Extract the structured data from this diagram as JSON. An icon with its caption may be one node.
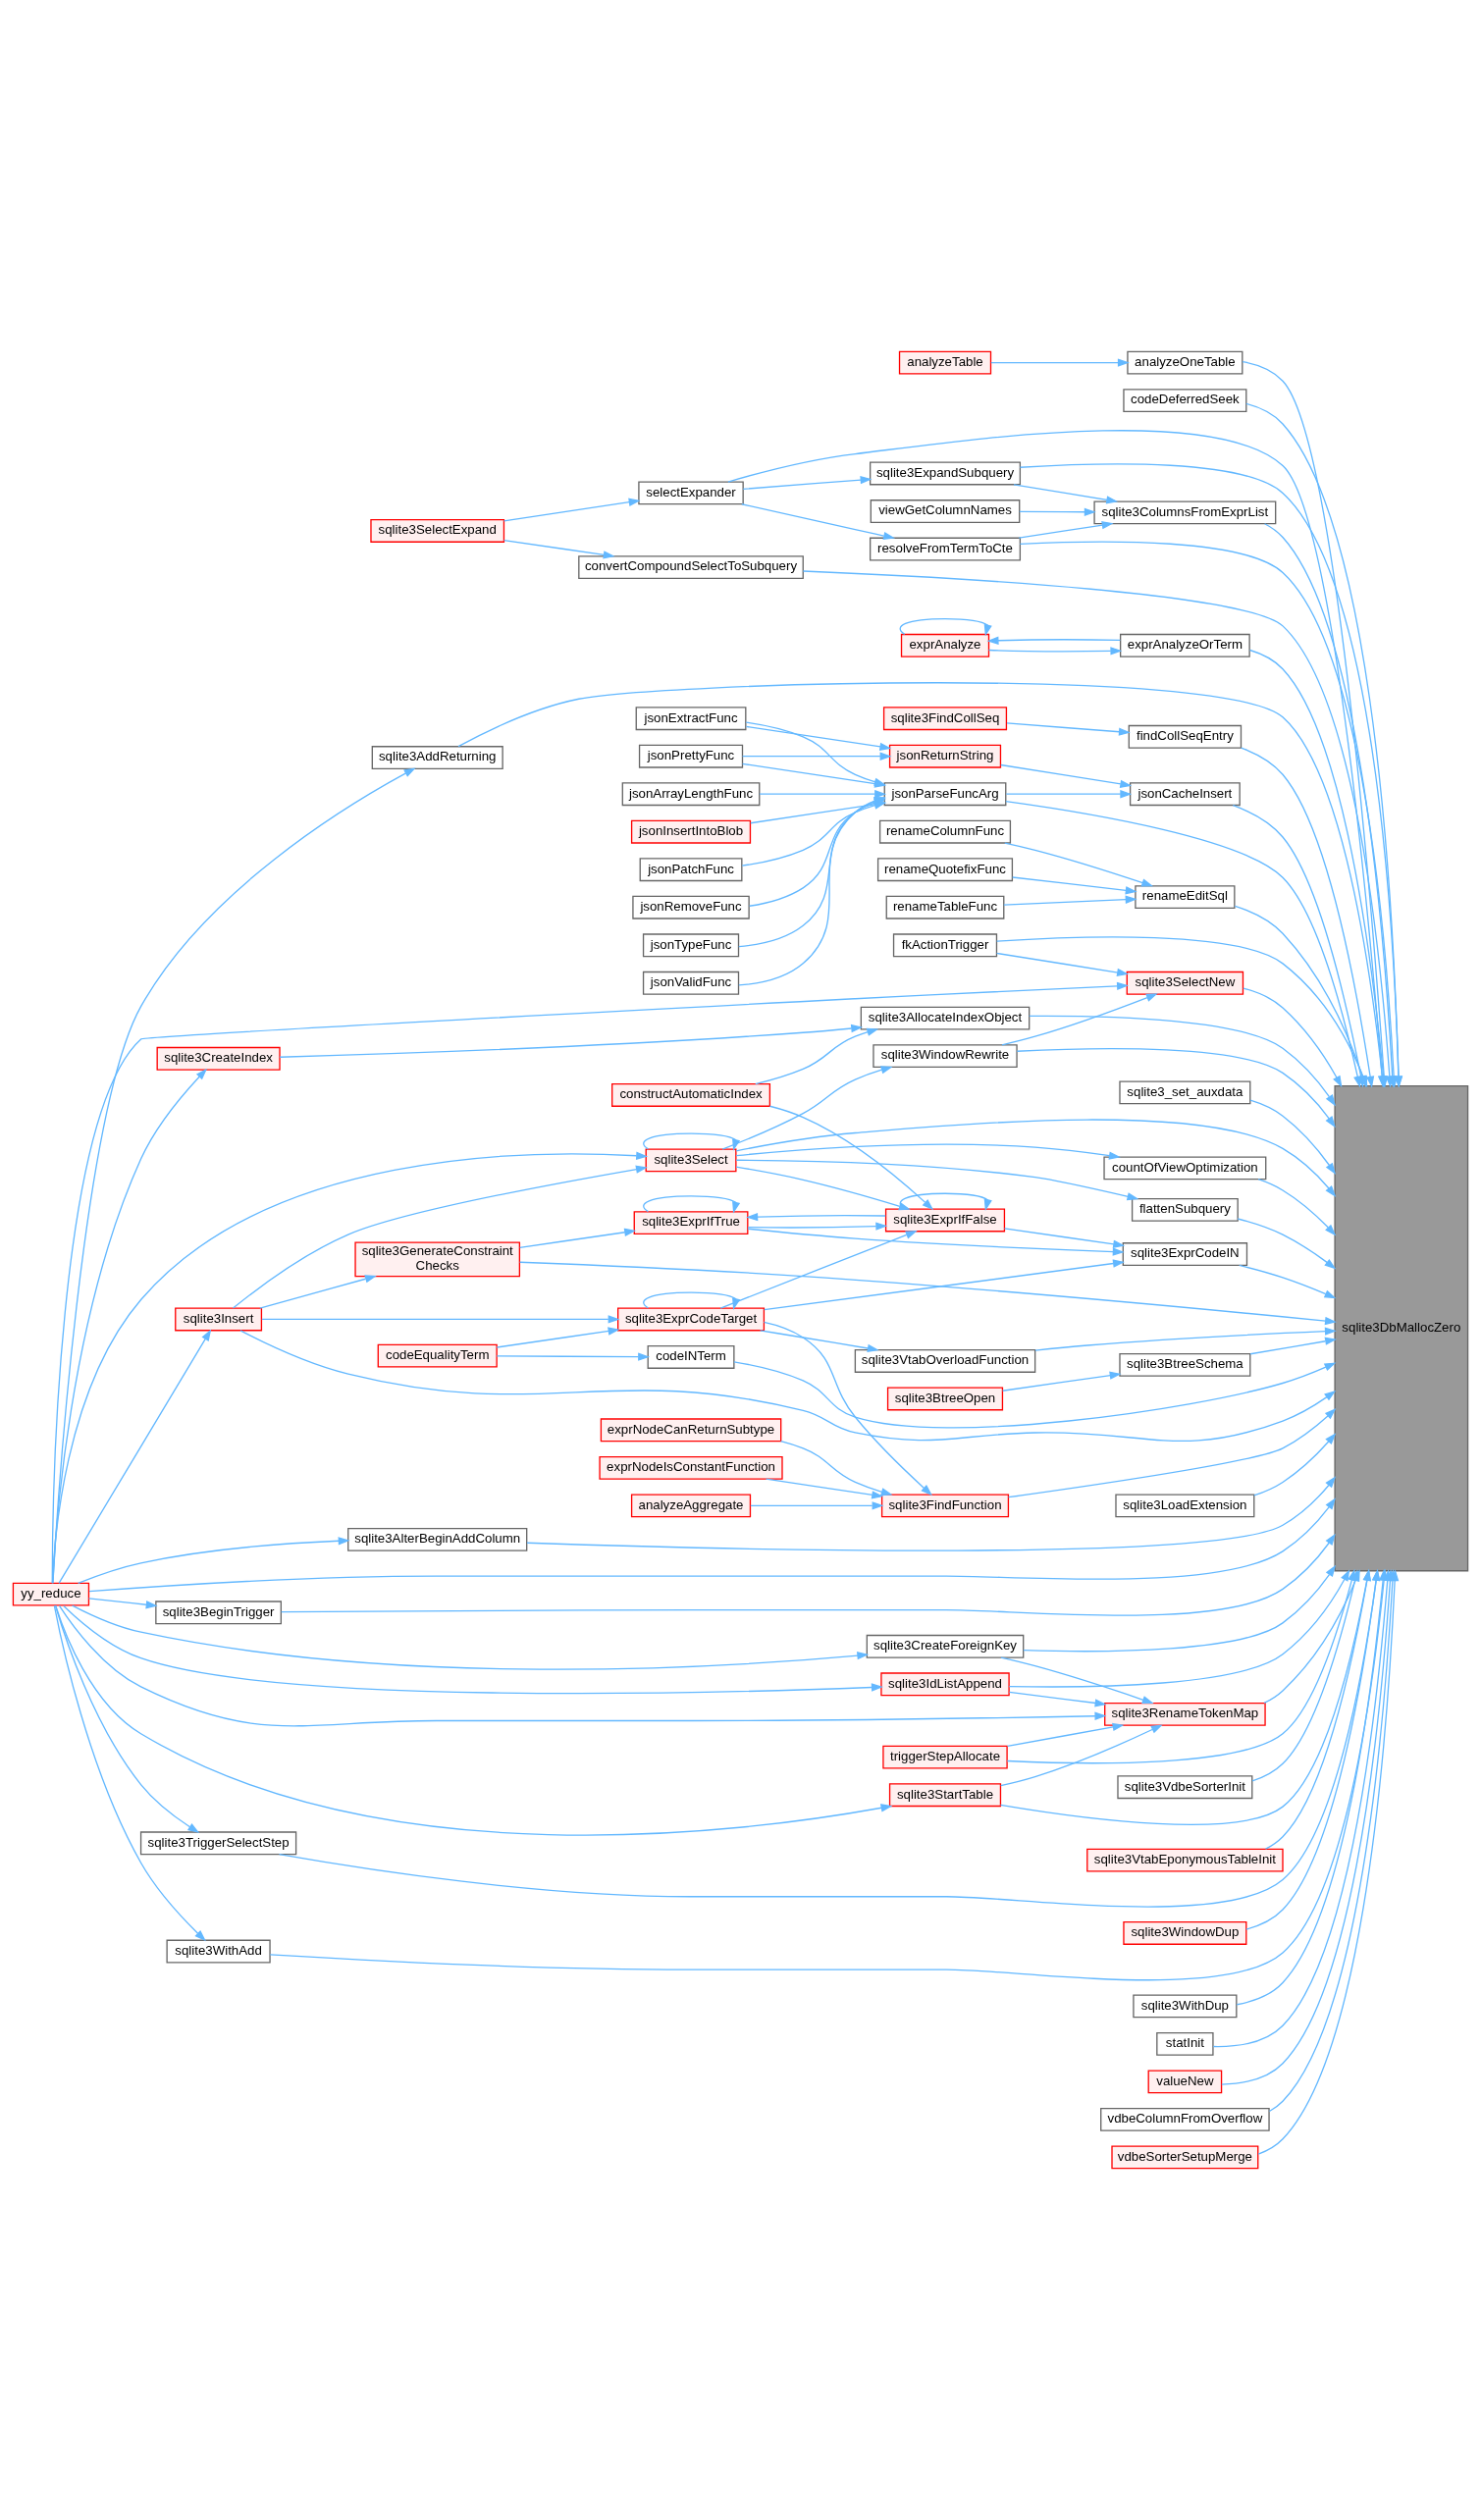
{
  "diagram": {
    "nodes": [
      {
        "text": [
          "analyzeTable"
        ]
      },
      {
        "text": [
          "analyzeOneTable"
        ]
      },
      {
        "text": [
          "codeDeferredSeek"
        ]
      },
      {
        "text": [
          "resolveFromTermToCte"
        ]
      },
      {
        "text": [
          "sqlite3ColumnsFromExprList"
        ]
      },
      {
        "text": [
          "selectExpander"
        ]
      },
      {
        "text": [
          "viewGetColumnNames"
        ]
      },
      {
        "text": [
          "sqlite3SelectExpand"
        ]
      },
      {
        "text": [
          "sqlite3ExpandSubquery"
        ]
      },
      {
        "text": [
          "convertCompoundSelectToSubquery"
        ]
      },
      {
        "text": [
          "exprAnalyze"
        ]
      },
      {
        "text": [
          "jsonExtractFunc"
        ]
      },
      {
        "text": [
          "exprAnalyzeOrTerm"
        ]
      },
      {
        "text": [
          "sqlite3AddReturning"
        ]
      },
      {
        "text": [
          "jsonPrettyFunc"
        ]
      },
      {
        "text": [
          "sqlite3FindCollSeq"
        ]
      },
      {
        "text": [
          "findCollSeqEntry"
        ]
      },
      {
        "text": [
          "jsonPatchFunc"
        ]
      },
      {
        "text": [
          "jsonReturnString"
        ]
      },
      {
        "text": [
          "jsonRemoveFunc"
        ]
      },
      {
        "text": [
          "jsonParseFuncArg"
        ]
      },
      {
        "text": [
          "jsonCacheInsert"
        ]
      },
      {
        "text": [
          "jsonTypeFunc"
        ]
      },
      {
        "text": [
          "renameQuotefixFunc"
        ]
      },
      {
        "text": [
          "jsonValidFunc"
        ]
      },
      {
        "text": [
          "renameTableFunc"
        ]
      },
      {
        "text": [
          "renameEditSql"
        ]
      },
      {
        "text": [
          "jsonArrayLengthFunc"
        ]
      },
      {
        "text": [
          "renameColumnFunc"
        ]
      },
      {
        "text": [
          "jsonInsertIntoBlob"
        ]
      },
      {
        "text": [
          "sqlite3AllocateIndexObject"
        ]
      },
      {
        "text": [
          "sqlite3CreateIndex"
        ]
      },
      {
        "text": [
          "sqlite3WindowRewrite"
        ]
      },
      {
        "text": [
          "sqlite3SelectNew"
        ]
      },
      {
        "text": [
          "fkActionTrigger"
        ]
      },
      {
        "text": [
          "sqlite3_set_auxdata"
        ]
      },
      {
        "text": [
          "constructAutomaticIndex"
        ]
      },
      {
        "text": [
          "flattenSubquery"
        ]
      },
      {
        "text": [
          "sqlite3Select"
        ]
      },
      {
        "text": [
          "countOfViewOptimization"
        ]
      },
      {
        "text": [
          "sqlite3BtreeOpen"
        ]
      },
      {
        "text": [
          "sqlite3ExprIfFalse"
        ]
      },
      {
        "text": [
          "sqlite3BtreeSchema"
        ]
      },
      {
        "text": [
          "sqlite3ExprIfTrue"
        ]
      },
      {
        "text": [
          "sqlite3ExprCodeIN"
        ]
      },
      {
        "text": [
          "sqlite3DbMallocZero"
        ]
      },
      {
        "text": [
          "sqlite3GenerateConstraint Checks"
        ]
      },
      {
        "text": [
          "codeINTerm"
        ]
      },
      {
        "text": [
          "codeEqualityTerm"
        ]
      },
      {
        "text": [
          "sqlite3VtabOverloadFunction"
        ]
      },
      {
        "text": [
          "sqlite3Insert"
        ]
      },
      {
        "text": [
          "sqlite3ExprCodeTarget"
        ]
      },
      {
        "text": [
          "sqlite3FindFunction"
        ]
      },
      {
        "text": [
          "analyzeAggregate"
        ]
      },
      {
        "text": [
          "exprNodeCanReturnSubtype"
        ]
      },
      {
        "text": [
          "exprNodeIsConstantFunction"
        ]
      },
      {
        "text": [
          "sqlite3LoadExtension"
        ]
      },
      {
        "text": [
          "sqlite3AlterBeginAddColumn"
        ]
      },
      {
        "text": [
          "yy_reduce"
        ]
      },
      {
        "text": [
          "sqlite3BeginTrigger"
        ]
      },
      {
        "text": [
          "sqlite3CreateForeignKey"
        ]
      },
      {
        "text": [
          "sqlite3RenameTokenMap"
        ]
      },
      {
        "text": [
          "sqlite3IdListAppend"
        ]
      },
      {
        "text": [
          "triggerStepAllocate"
        ]
      },
      {
        "text": [
          "sqlite3VdbeSorterInit"
        ]
      },
      {
        "text": [
          "sqlite3StartTable"
        ]
      },
      {
        "text": [
          "sqlite3VtabEponymousTableInit"
        ]
      },
      {
        "text": [
          "sqlite3TriggerSelectStep"
        ]
      },
      {
        "text": [
          "sqlite3WindowDup"
        ]
      },
      {
        "text": [
          "sqlite3WithAdd"
        ]
      },
      {
        "text": [
          "sqlite3WithDup"
        ]
      },
      {
        "text": [
          "statInit"
        ]
      },
      {
        "text": [
          "valueNew"
        ]
      },
      {
        "text": [
          "vdbeColumnFromOverflow"
        ]
      },
      {
        "text": [
          "vdbeSorterSetupMerge"
        ]
      }
    ],
    "edges": [
      {
        "from": 1,
        "to": 45,
        "arrow": "to"
      },
      {
        "from": 2,
        "to": 45,
        "arrow": "to"
      },
      {
        "from": 58,
        "to": 45,
        "arrow": "to"
      },
      {
        "from": 13,
        "to": 45,
        "arrow": "to"
      },
      {
        "from": 5,
        "to": 45,
        "arrow": "to"
      },
      {
        "from": 3,
        "to": 45,
        "arrow": "to"
      },
      {
        "from": 4,
        "to": 45,
        "arrow": "to"
      },
      {
        "from": 8,
        "to": 45,
        "arrow": "to"
      },
      {
        "from": 9,
        "to": 45,
        "arrow": "to"
      },
      {
        "from": 12,
        "to": 45,
        "arrow": "to"
      },
      {
        "from": 16,
        "to": 45,
        "arrow": "to"
      },
      {
        "from": 21,
        "to": 45,
        "arrow": "to"
      },
      {
        "from": 20,
        "to": 45,
        "arrow": "to"
      },
      {
        "from": 26,
        "to": 45,
        "arrow": "to"
      },
      {
        "from": 30,
        "to": 45,
        "arrow": "to"
      },
      {
        "from": 32,
        "to": 45,
        "arrow": "to"
      },
      {
        "from": 33,
        "to": 45,
        "arrow": "to"
      },
      {
        "from": 35,
        "to": 45,
        "arrow": "to"
      },
      {
        "from": 34,
        "to": 45,
        "arrow": "to"
      },
      {
        "from": 38,
        "to": 45,
        "arrow": "to"
      },
      {
        "from": 37,
        "to": 45,
        "arrow": "to"
      },
      {
        "from": 39,
        "to": 45,
        "arrow": "to"
      },
      {
        "from": 42,
        "to": 45,
        "arrow": "to"
      },
      {
        "from": 44,
        "to": 45,
        "arrow": "to"
      },
      {
        "from": 46,
        "to": 45,
        "arrow": "to"
      },
      {
        "from": 47,
        "to": 45,
        "arrow": "to"
      },
      {
        "from": 49,
        "to": 45,
        "arrow": "to"
      },
      {
        "from": 52,
        "to": 45,
        "arrow": "to"
      },
      {
        "from": 50,
        "to": 45,
        "arrow": "to"
      },
      {
        "from": 56,
        "to": 45,
        "arrow": "to"
      },
      {
        "from": 57,
        "to": 45,
        "arrow": "to"
      },
      {
        "from": 59,
        "to": 45,
        "arrow": "to"
      },
      {
        "from": 60,
        "to": 45,
        "arrow": "to"
      },
      {
        "from": 61,
        "to": 45,
        "arrow": "to"
      },
      {
        "from": 62,
        "to": 45,
        "arrow": "to"
      },
      {
        "from": 63,
        "to": 45,
        "arrow": "to"
      },
      {
        "from": 65,
        "to": 45,
        "arrow": "to"
      },
      {
        "from": 64,
        "to": 45,
        "arrow": "to"
      },
      {
        "from": 66,
        "to": 45,
        "arrow": "to"
      },
      {
        "from": 67,
        "to": 45,
        "arrow": "to"
      },
      {
        "from": 68,
        "to": 45,
        "arrow": "to"
      },
      {
        "from": 69,
        "to": 45,
        "arrow": "to"
      },
      {
        "from": 70,
        "to": 45,
        "arrow": "to"
      },
      {
        "from": 71,
        "to": 45,
        "arrow": "to"
      },
      {
        "from": 72,
        "to": 45,
        "arrow": "to"
      },
      {
        "from": 73,
        "to": 45,
        "arrow": "to"
      },
      {
        "from": 74,
        "to": 45,
        "arrow": "to"
      },
      {
        "from": 0,
        "to": 1,
        "arrow": "to"
      },
      {
        "from": 7,
        "to": 5,
        "arrow": "to"
      },
      {
        "from": 7,
        "to": 9,
        "arrow": "to"
      },
      {
        "from": 5,
        "to": 3,
        "arrow": "to"
      },
      {
        "from": 5,
        "to": 8,
        "arrow": "to"
      },
      {
        "from": 3,
        "to": 4,
        "arrow": "to"
      },
      {
        "from": 6,
        "to": 4,
        "arrow": "to"
      },
      {
        "from": 8,
        "to": 4,
        "arrow": "to"
      },
      {
        "from": 10,
        "to": 10,
        "arrow": "to"
      },
      {
        "from": 12,
        "to": 10,
        "arrow": "to"
      },
      {
        "from": 10,
        "to": 12,
        "arrow": "to"
      },
      {
        "from": 15,
        "to": 16,
        "arrow": "to"
      },
      {
        "from": 11,
        "to": 18,
        "arrow": "to"
      },
      {
        "from": 11,
        "to": 20,
        "arrow": "to"
      },
      {
        "from": 14,
        "to": 18,
        "arrow": "to"
      },
      {
        "from": 14,
        "to": 20,
        "arrow": "to"
      },
      {
        "from": 17,
        "to": 20,
        "arrow": "to"
      },
      {
        "from": 19,
        "to": 20,
        "arrow": "to"
      },
      {
        "from": 22,
        "to": 20,
        "arrow": "to"
      },
      {
        "from": 24,
        "to": 20,
        "arrow": "to"
      },
      {
        "from": 27,
        "to": 20,
        "arrow": "to"
      },
      {
        "from": 29,
        "to": 20,
        "arrow": "to"
      },
      {
        "from": 18,
        "to": 21,
        "arrow": "to"
      },
      {
        "from": 20,
        "to": 21,
        "arrow": "to"
      },
      {
        "from": 23,
        "to": 26,
        "arrow": "to"
      },
      {
        "from": 25,
        "to": 26,
        "arrow": "to"
      },
      {
        "from": 28,
        "to": 26,
        "arrow": "to"
      },
      {
        "from": 31,
        "to": 30,
        "arrow": "to"
      },
      {
        "from": 36,
        "to": 30,
        "arrow": "to"
      },
      {
        "from": 58,
        "to": 13,
        "arrow": "to"
      },
      {
        "from": 58,
        "to": 31,
        "arrow": "to"
      },
      {
        "from": 32,
        "to": 33,
        "arrow": "to"
      },
      {
        "from": 58,
        "to": 33,
        "arrow": "to"
      },
      {
        "from": 34,
        "to": 33,
        "arrow": "to"
      },
      {
        "from": 38,
        "to": 32,
        "arrow": "to"
      },
      {
        "from": 38,
        "to": 38,
        "arrow": "to"
      },
      {
        "from": 38,
        "to": 37,
        "arrow": "to"
      },
      {
        "from": 38,
        "to": 39,
        "arrow": "to"
      },
      {
        "from": 38,
        "to": 41,
        "arrow": "to"
      },
      {
        "from": 36,
        "to": 41,
        "arrow": "to"
      },
      {
        "from": 41,
        "to": 41,
        "arrow": "to"
      },
      {
        "from": 41,
        "to": 43,
        "arrow": "to"
      },
      {
        "from": 43,
        "to": 41,
        "arrow": "to"
      },
      {
        "from": 43,
        "to": 43,
        "arrow": "to"
      },
      {
        "from": 40,
        "to": 42,
        "arrow": "to"
      },
      {
        "from": 41,
        "to": 44,
        "arrow": "to"
      },
      {
        "from": 43,
        "to": 44,
        "arrow": "to"
      },
      {
        "from": 51,
        "to": 44,
        "arrow": "to"
      },
      {
        "from": 51,
        "to": 41,
        "arrow": "to"
      },
      {
        "from": 46,
        "to": 43,
        "arrow": "to"
      },
      {
        "from": 58,
        "to": 38,
        "arrow": "to"
      },
      {
        "from": 50,
        "to": 38,
        "arrow": "to"
      },
      {
        "from": 50,
        "to": 46,
        "arrow": "to"
      },
      {
        "from": 50,
        "to": 51,
        "arrow": "to"
      },
      {
        "from": 48,
        "to": 47,
        "arrow": "to"
      },
      {
        "from": 48,
        "to": 51,
        "arrow": "to"
      },
      {
        "from": 51,
        "to": 51,
        "arrow": "to"
      },
      {
        "from": 51,
        "to": 49,
        "arrow": "to"
      },
      {
        "from": 51,
        "to": 52,
        "arrow": "to"
      },
      {
        "from": 53,
        "to": 52,
        "arrow": "to"
      },
      {
        "from": 54,
        "to": 52,
        "arrow": "to"
      },
      {
        "from": 55,
        "to": 52,
        "arrow": "to"
      },
      {
        "from": 58,
        "to": 50,
        "arrow": "to"
      },
      {
        "from": 58,
        "to": 57,
        "arrow": "to"
      },
      {
        "from": 58,
        "to": 59,
        "arrow": "to"
      },
      {
        "from": 58,
        "to": 60,
        "arrow": "to"
      },
      {
        "from": 58,
        "to": 62,
        "arrow": "to"
      },
      {
        "from": 58,
        "to": 61,
        "arrow": "to"
      },
      {
        "from": 58,
        "to": 65,
        "arrow": "to"
      },
      {
        "from": 58,
        "to": 67,
        "arrow": "to"
      },
      {
        "from": 58,
        "to": 69,
        "arrow": "to"
      },
      {
        "from": 60,
        "to": 61,
        "arrow": "to"
      },
      {
        "from": 62,
        "to": 61,
        "arrow": "to"
      },
      {
        "from": 63,
        "to": 61,
        "arrow": "to"
      },
      {
        "from": 65,
        "to": 61,
        "arrow": "to"
      }
    ]
  }
}
